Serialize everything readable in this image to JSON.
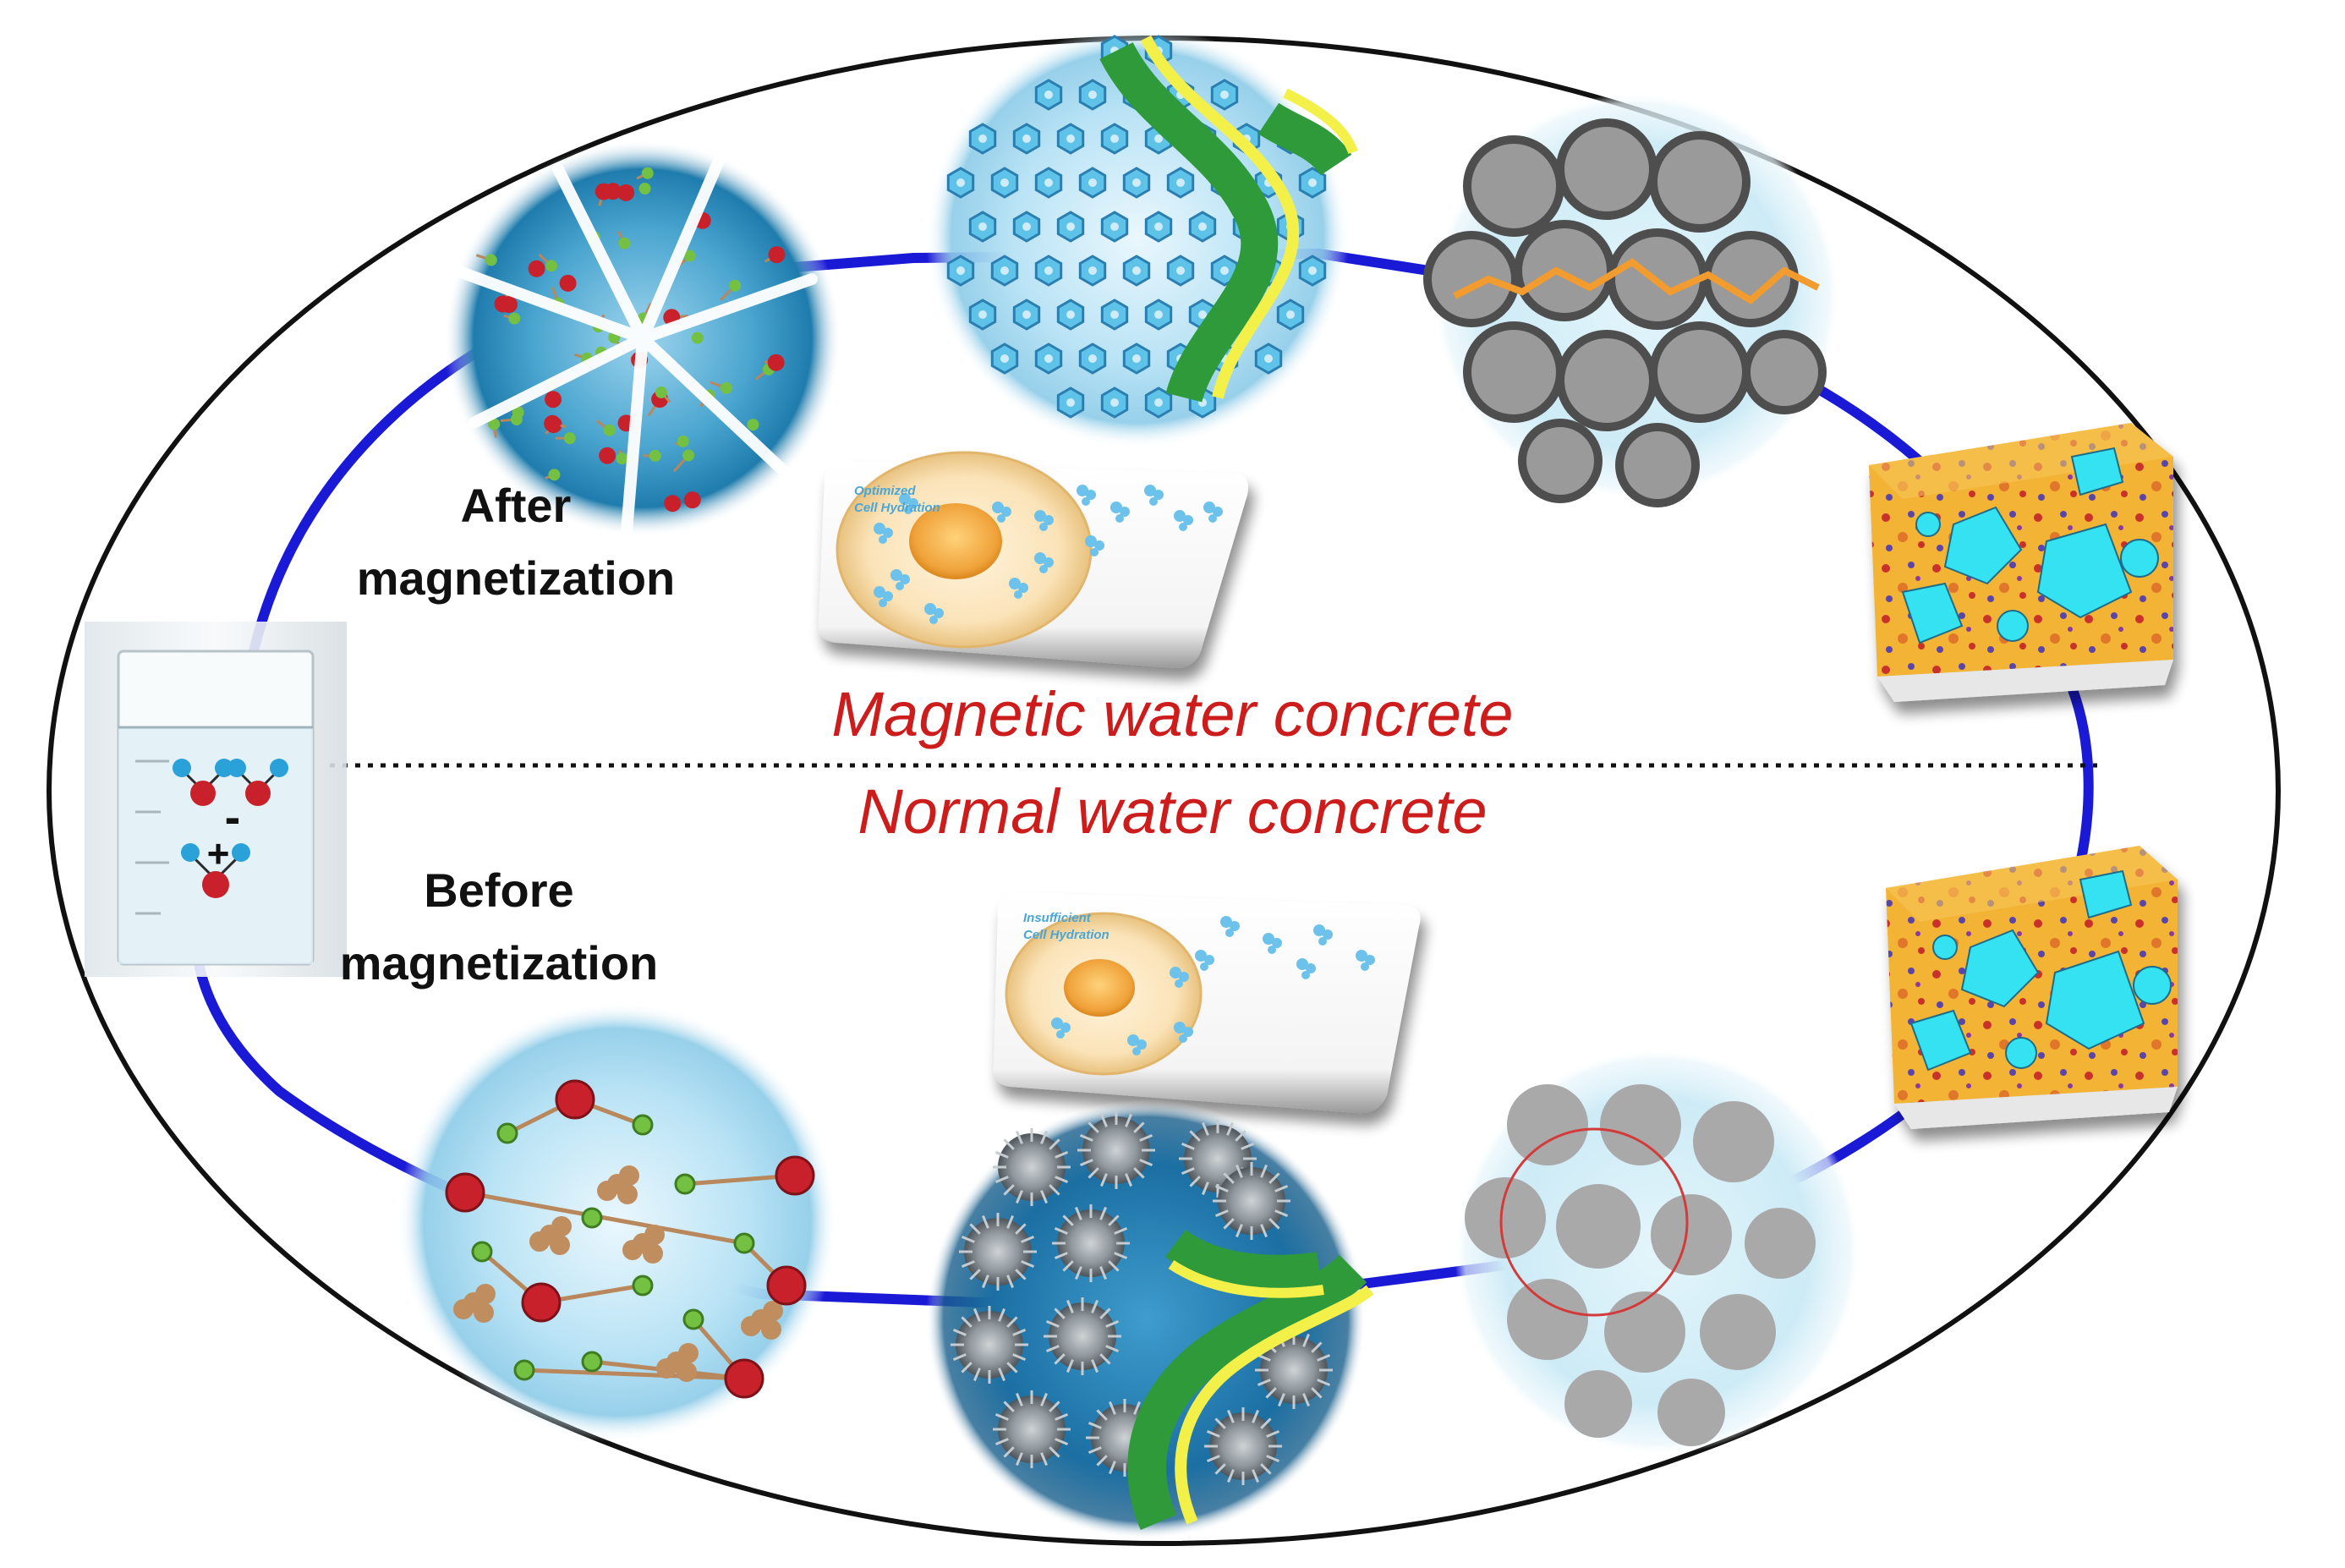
{
  "labels": {
    "after_line1": "After",
    "after_line2": "magnetization",
    "before_line1": "Before",
    "before_line2": "magnetization"
  },
  "titles": {
    "magnetic": "Magnetic water concrete",
    "normal": "Normal water concrete"
  },
  "cards": {
    "top_line1": "Optimized",
    "top_line2": "Cell Hydration",
    "bottom_line1": "Insufficient",
    "bottom_line2": "Cell Hydration"
  },
  "beaker": {
    "minus": "-",
    "plus": "+"
  },
  "colors": {
    "title_red": "#cc1c1c",
    "ring_blue": "#1a1ad6",
    "outline": "#111111",
    "cyan": "#35e2f2",
    "green": "#2e9a3a",
    "yellow": "#f3f04a",
    "orange": "#f29b2e",
    "mol_red": "#c8212c",
    "mol_green": "#74c043",
    "mol_blue": "#2aa1d8",
    "ink_brown": "#b8875c"
  }
}
